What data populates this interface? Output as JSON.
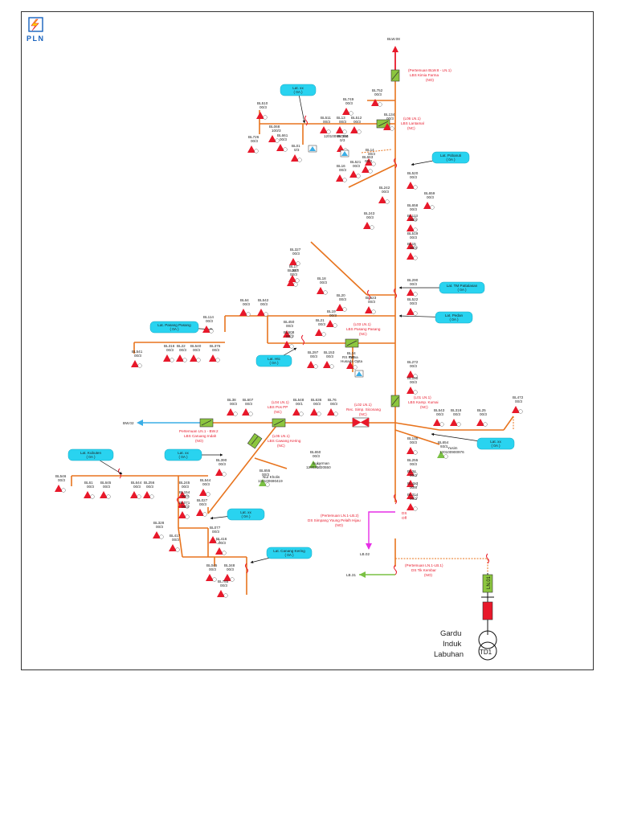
{
  "logo": {
    "text": "PLN",
    "color": "#1560bd",
    "bolt_color": "#ffd400"
  },
  "colors": {
    "feeder": "#e8741e",
    "load": "#e8182a",
    "switch": "#8cc63f",
    "cyan": "#29d3f0",
    "magenta": "#e62ee6",
    "green_line": "#7ac143",
    "blue_line": "#3aaee6"
  },
  "endpoints": {
    "blw": "BLW.08",
    "bw": "BW.02",
    "lb02": "LB.02",
    "lb31": "LB.31"
  },
  "switches": {
    "top": [
      "(Pertemuan BLW.8 - LN.1)",
      "LBS Kimia Farma",
      "(NO)"
    ],
    "lantamal": [
      "(L06 LN.1)",
      "LBS Lantamal",
      "(NC)"
    ],
    "pasang": [
      "(L03 LN.1)",
      "LBS Pasang Pasang",
      "(NC)"
    ],
    "kumai": [
      "(L01 LN.1)",
      "LBS Kamp. Kumai",
      "(NC)"
    ],
    "simpang": [
      "(L02 LN.1)",
      "Rec. Simp. Siconang",
      "(NC)"
    ],
    "pospp": [
      "(L04 LN.1)",
      "LBS Pos PP",
      "(NC)"
    ],
    "caruang": [
      "Pertemuan LN.1 - BW.2",
      "LBS Caruang Indah",
      "(NO)"
    ],
    "cawang": [
      "(L05 LN.1)",
      "LBS Cawang Kering",
      "(NC)"
    ],
    "ds_simpang": [
      "(Pertemuan LN.1-LB.2)",
      "DS Simpang Young Pelalh Hijau",
      "(NO)"
    ],
    "ds_kembar": [
      "(Pertemuan LN.1-LB.1)",
      "DS Tik Kembar",
      "(NO)"
    ],
    "ds_off": [
      "DS",
      "Off"
    ]
  },
  "laterals": [
    {
      "name": "Lat. xx",
      "current": "( 0A )"
    },
    {
      "name": "Lat. Pobaruti",
      "current": "( 0A )"
    },
    {
      "name": "Lat. TM Pattalasan",
      "current": "( 0A )"
    },
    {
      "name": "Lat. Pedan",
      "current": "( 0A )"
    },
    {
      "name": "Lat. Pasang Pasang",
      "current": "( 0A )"
    },
    {
      "name": "Lat. Htc",
      "current": "( 0A )"
    },
    {
      "name": "Lat. xx",
      "current": "( 0A )"
    },
    {
      "name": "Lat. Kubuten",
      "current": "( 0A )"
    },
    {
      "name": "Lat. xx",
      "current": "( 0A )"
    },
    {
      "name": "Lat. xx",
      "current": "( 0A )"
    },
    {
      "name": "Lat. Canang Kering",
      "current": "( 0A )"
    }
  ],
  "loads": [
    {
      "id": "BL752",
      "v": "00/3"
    },
    {
      "id": "BL749",
      "v": "00/3"
    },
    {
      "id": "BL134",
      "v": "00/3"
    },
    {
      "id": "BL510",
      "v": "00/3"
    },
    {
      "id": "BL068",
      "v": "100/3"
    },
    {
      "id": "BL726",
      "v": "00/3"
    },
    {
      "id": "BL661",
      "v": "00/3"
    },
    {
      "id": "BL511",
      "v": "00/3"
    },
    {
      "id": "BL13",
      "v": "00/3"
    },
    {
      "id": "BL512",
      "v": "00/3"
    },
    {
      "id": "BL01",
      "v": "0/3"
    },
    {
      "id": "BL300",
      "v": "0/3"
    },
    {
      "id": "BL14",
      "v": "00/3"
    },
    {
      "id": "BL663",
      "v": "00/3"
    },
    {
      "id": "BL521",
      "v": "00/3"
    },
    {
      "id": "BL16",
      "v": "00/3"
    },
    {
      "id": "BL520",
      "v": "00/3"
    },
    {
      "id": "BL242",
      "v": "00/3"
    },
    {
      "id": "BL659",
      "v": "00/3"
    },
    {
      "id": "BL658",
      "v": "00/3"
    },
    {
      "id": "BL113",
      "v": "00/3"
    },
    {
      "id": "BL243",
      "v": "00/3"
    },
    {
      "id": "BL519",
      "v": "00/3"
    },
    {
      "id": "BL15",
      "v": "00/3"
    },
    {
      "id": "BL327",
      "v": "00/3"
    },
    {
      "id": "BL17",
      "v": "00/3"
    },
    {
      "id": "BL347",
      "v": "00/3"
    },
    {
      "id": "BL18",
      "v": "00/3"
    },
    {
      "id": "BL20",
      "v": "00/3"
    },
    {
      "id": "BL290",
      "v": "00/3"
    },
    {
      "id": "BL523",
      "v": "00/3"
    },
    {
      "id": "BL522",
      "v": "00/3"
    },
    {
      "id": "BL64",
      "v": "00/3"
    },
    {
      "id": "BL542",
      "v": "00/3"
    },
    {
      "id": "BL114",
      "v": "00/3"
    },
    {
      "id": "BL19",
      "v": "00/3"
    },
    {
      "id": "BL21",
      "v": "00/3"
    },
    {
      "id": "BL450",
      "v": "00/3"
    },
    {
      "id": "BL508",
      "v": "00/3"
    },
    {
      "id": "BL316",
      "v": "00/3"
    },
    {
      "id": "BL22",
      "v": "00/3"
    },
    {
      "id": "BL540",
      "v": "00/3"
    },
    {
      "id": "BL375",
      "v": "00/3"
    },
    {
      "id": "BL541",
      "v": "00/3"
    },
    {
      "id": "BL297",
      "v": "00/3"
    },
    {
      "id": "BL153",
      "v": "00/3"
    },
    {
      "id": "BL24",
      "v": "0/3"
    },
    {
      "id": "BL272",
      "v": "00/3"
    },
    {
      "id": "BL100",
      "v": "00/3"
    },
    {
      "id": "BL472",
      "v": "00/3"
    },
    {
      "id": "BL543",
      "v": "00/3"
    },
    {
      "id": "BL318",
      "v": "00/3"
    },
    {
      "id": "BL25",
      "v": "00/3"
    },
    {
      "id": "BL38",
      "v": "00/3"
    },
    {
      "id": "BL607",
      "v": "00/3"
    },
    {
      "id": "BL548",
      "v": "00/1"
    },
    {
      "id": "BL636",
      "v": "00/3"
    },
    {
      "id": "BL76",
      "v": "00/3"
    },
    {
      "id": "BL135",
      "v": "00/3"
    },
    {
      "id": "BL654",
      "v": "93/3"
    },
    {
      "id": "BL650",
      "v": "00/3"
    },
    {
      "id": "BL655",
      "v": "00/3"
    },
    {
      "id": "BL390",
      "v": "00/3"
    },
    {
      "id": "BL255",
      "v": "00/3"
    },
    {
      "id": "BL34",
      "v": "00/3"
    },
    {
      "id": "BL413",
      "v": "00/3"
    },
    {
      "id": "BL314",
      "v": "00/3"
    },
    {
      "id": "BL546",
      "v": "00/3"
    },
    {
      "id": "BL61",
      "v": "00/3"
    },
    {
      "id": "BL645",
      "v": "00/3"
    },
    {
      "id": "BL644",
      "v": "00/3"
    },
    {
      "id": "BL256",
      "v": "00/3"
    },
    {
      "id": "BL245",
      "v": "00/3"
    },
    {
      "id": "BL544",
      "v": "00/3"
    },
    {
      "id": "BL154",
      "v": "00/3"
    },
    {
      "id": "BL071",
      "v": "00/3"
    },
    {
      "id": "BL027",
      "v": "00/3"
    },
    {
      "id": "BL328",
      "v": "00/3"
    },
    {
      "id": "BL077",
      "v": "00/3"
    },
    {
      "id": "BL417",
      "v": "00/3"
    },
    {
      "id": "BL416",
      "v": "00/3"
    },
    {
      "id": "BL045",
      "v": "00/3"
    },
    {
      "id": "BL348",
      "v": "00/3"
    },
    {
      "id": "BL785",
      "v": "00/3"
    }
  ],
  "customers": {
    "bl300": "120100997354",
    "bl24": [
      "RS Prima",
      "Husada Opta"
    ],
    "bl654": [
      "Yusim",
      "120100900976"
    ],
    "bl650": [
      "Sukarman",
      "129020020550"
    ],
    "bl655": [
      "Nur Kholis",
      "120100690419"
    ]
  },
  "station": {
    "name": [
      "Gardu",
      "Induk",
      "Labuhan"
    ],
    "transformer": "TD1",
    "feeder": "LN.01"
  }
}
